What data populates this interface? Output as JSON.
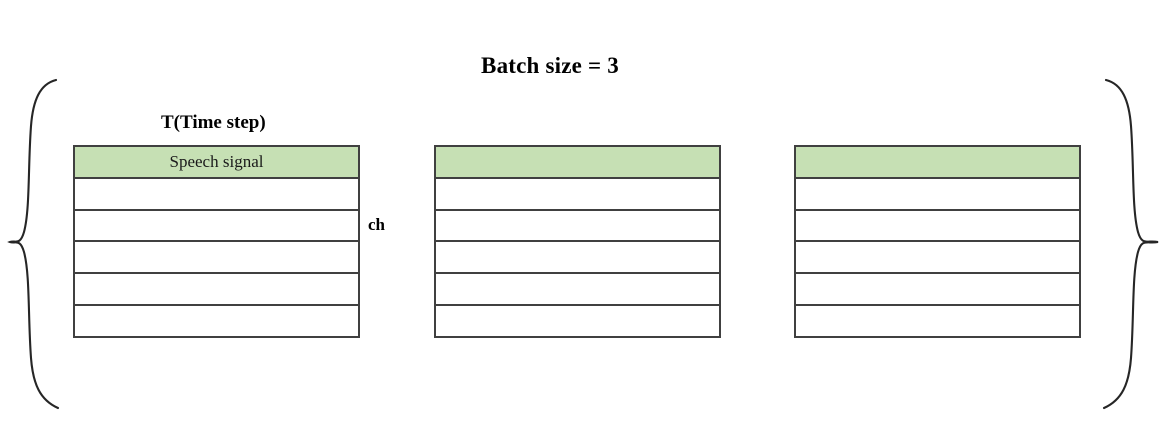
{
  "diagram": {
    "title": "Batch size = 3",
    "axis_labels": {
      "time_step": "T(Time step)",
      "channel": "ch"
    },
    "highlight_color": "#c6e0b4",
    "border_color": "#404040",
    "batch_size": 3,
    "rows_per_matrix": 6,
    "highlighted_row_index": 0,
    "matrices": [
      {
        "name": "batch-item-1",
        "rows": [
          {
            "label": "Speech signal",
            "highlighted": true
          },
          {
            "label": "",
            "highlighted": false
          },
          {
            "label": "",
            "highlighted": false
          },
          {
            "label": "",
            "highlighted": false
          },
          {
            "label": "",
            "highlighted": false
          },
          {
            "label": "",
            "highlighted": false
          }
        ]
      },
      {
        "name": "batch-item-2",
        "rows": [
          {
            "label": "",
            "highlighted": true
          },
          {
            "label": "",
            "highlighted": false
          },
          {
            "label": "",
            "highlighted": false
          },
          {
            "label": "",
            "highlighted": false
          },
          {
            "label": "",
            "highlighted": false
          },
          {
            "label": "",
            "highlighted": false
          }
        ]
      },
      {
        "name": "batch-item-3",
        "rows": [
          {
            "label": "",
            "highlighted": true
          },
          {
            "label": "",
            "highlighted": false
          },
          {
            "label": "",
            "highlighted": false
          },
          {
            "label": "",
            "highlighted": false
          },
          {
            "label": "",
            "highlighted": false
          },
          {
            "label": "",
            "highlighted": false
          }
        ]
      }
    ],
    "braces": {
      "left": "left-curly-brace",
      "right": "right-curly-brace"
    }
  }
}
